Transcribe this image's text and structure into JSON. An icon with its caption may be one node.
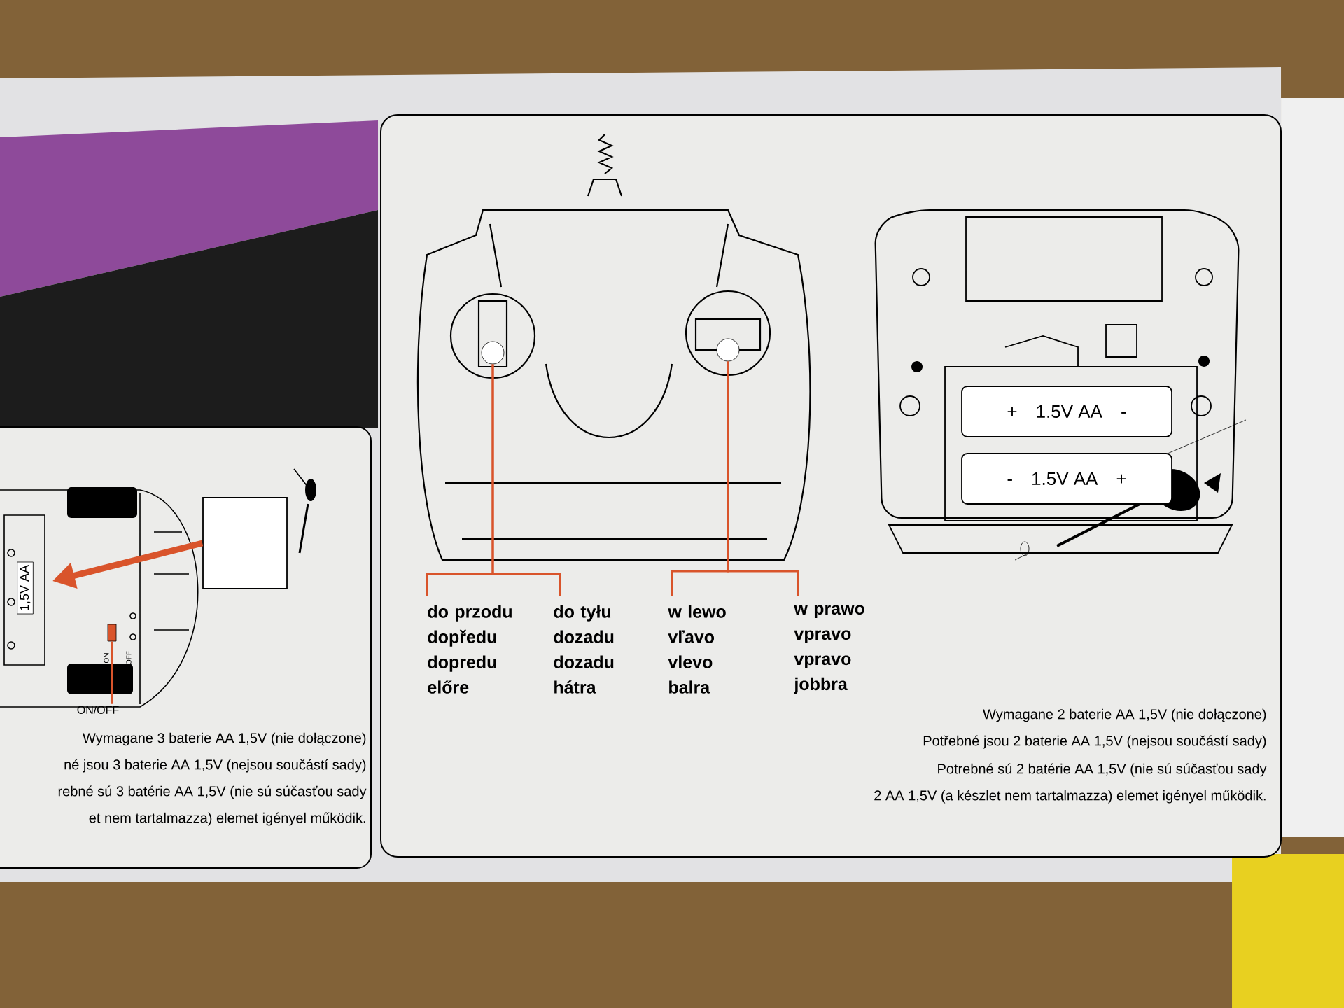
{
  "diagram": {
    "nodes": [
      {
        "text": [
          "1,5V AA"
        ]
      },
      {
        "text": [],
        "shape": "box"
      },
      {
        "text": [],
        "shape": "box"
      },
      {
        "text": [
          "ON/OFF"
        ]
      },
      {
        "text": [],
        "shape": "circle"
      },
      {
        "text": [],
        "shape": "circle"
      },
      {
        "text": [
          "do przodu dopředu dopredu előre"
        ]
      },
      {
        "text": [
          "do tyłu dozadu dozadu hátra"
        ]
      },
      {
        "text": [
          "w lewo vľavo vlevo balra"
        ]
      },
      {
        "text": [
          "w prawo vpravo vpravo jobbra"
        ]
      },
      {
        "text": [
          "+",
          "1.5V AA",
          "-"
        ]
      },
      {
        "text": [
          "-",
          "1.5V AA",
          "+"
        ]
      }
    ],
    "edges": [
      {
        "from": 1,
        "to": 0,
        "arrow": "to",
        "style": "thick"
      },
      {
        "from": 3,
        "to": 2,
        "arrow": "none"
      },
      {
        "from": 4,
        "to": 6,
        "arrow": "none"
      },
      {
        "from": 4,
        "to": 7,
        "arrow": "none"
      },
      {
        "from": 5,
        "to": 8,
        "arrow": "none"
      },
      {
        "from": 5,
        "to": 9,
        "arrow": "none"
      }
    ],
    "labels": [
      "ON",
      "OFF",
      "Wymagane 3 baterie  AA 1,5V (nie dołączone)",
      "né jsou 3 baterie  AA 1,5V (nejsou součástí sady)",
      "rebné sú 3 batérie AA 1,5V (nie sú súčasťou sady",
      "et nem tartalmazza) elemet igényel  működik.",
      "Wymagane 2 baterie  AA 1,5V (nie dołączone)",
      "Potřebné jsou 2 baterie  AA 1,5V (nejsou součástí sady)",
      "Potrebné sú 2 batérie AA 1,5V (nie sú súčasťou sady",
      "2 AA 1,5V (a készlet nem tartalmazza) elemet igényel  működik."
    ]
  }
}
